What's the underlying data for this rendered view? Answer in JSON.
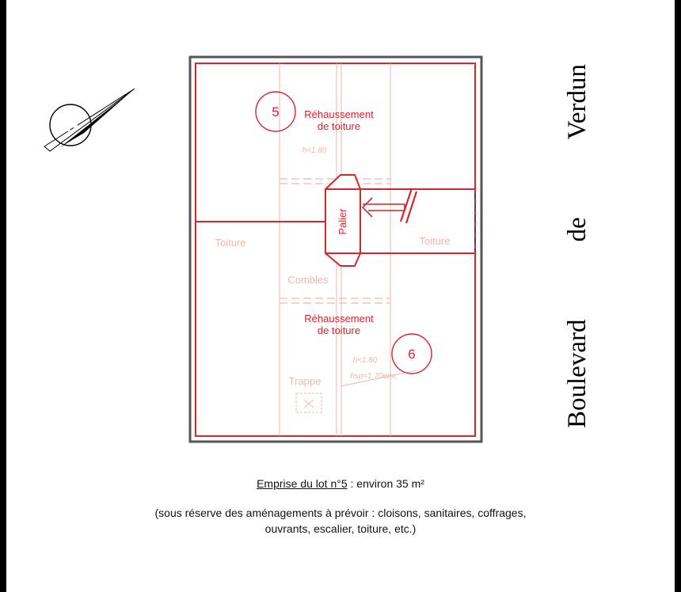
{
  "plan": {
    "lot5": {
      "number": "5",
      "title_line1": "Réhaussement",
      "title_line2": "de toiture",
      "height_note": "h<1.80"
    },
    "lot6": {
      "number": "6",
      "title_line1": "Réhaussement",
      "title_line2": "de toiture",
      "height_note": "h<1.80",
      "hsp_note": "hsp=1.70env."
    },
    "palier": "Palier",
    "roof_left": "Toiture",
    "roof_right": "Toiture",
    "combles": "Combles",
    "trappe": "Trappe"
  },
  "street": {
    "word1": "Boulevard",
    "word2": "de",
    "word3": "Verdun"
  },
  "caption": {
    "title_underlined": "Emprise du lot n°5",
    "title_rest": " : environ 35 m²",
    "note_line1": "(sous réserve des aménagements à prévoir : cloisons, sanitaires, coffrages,",
    "note_line2": "ouvrants, escalier, toiture, etc.)"
  },
  "colors": {
    "red": "#d6252b",
    "faint": "#efb6ad",
    "frame": "#555555",
    "outer_border": "#000000"
  }
}
